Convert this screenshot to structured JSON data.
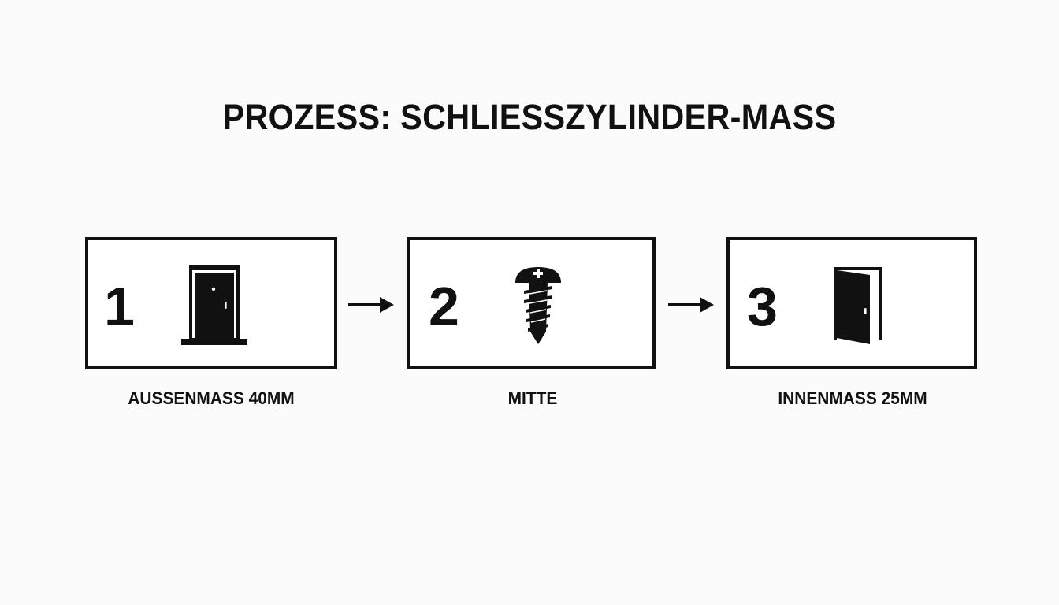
{
  "title": "PROZESS: SCHLIESSZYLINDER-MASS",
  "colors": {
    "background": "#fbfbfb",
    "ink": "#111111",
    "box_fill": "#ffffff"
  },
  "steps": [
    {
      "number": "1",
      "icon": "door-closed-icon",
      "caption": "AUSSENMASS 40MM"
    },
    {
      "number": "2",
      "icon": "screw-icon",
      "caption": "MITTE"
    },
    {
      "number": "3",
      "icon": "door-open-icon",
      "caption": "INNENMASS 25MM"
    }
  ],
  "connectors": [
    "arrow-right-icon",
    "arrow-right-icon"
  ]
}
